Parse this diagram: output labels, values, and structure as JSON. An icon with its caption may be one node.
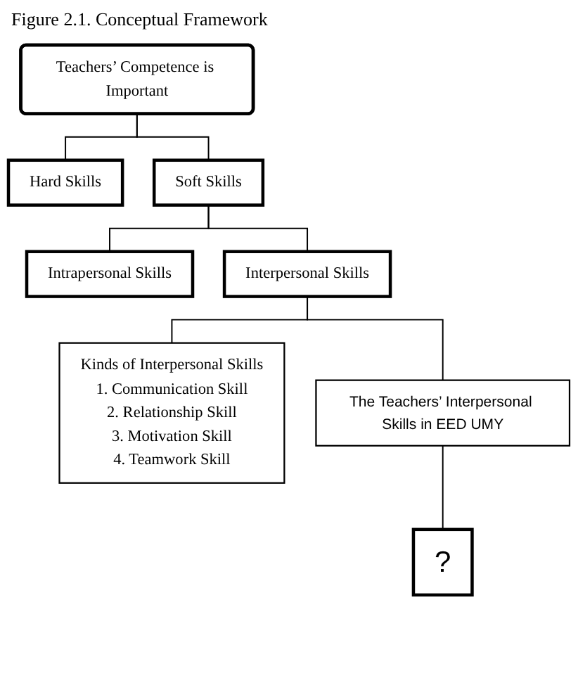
{
  "diagram": {
    "title": "Figure 2.1. Conceptual Framework",
    "nodes": [
      {
        "text": [
          "Teachers’ Competence is Important"
        ]
      },
      {
        "text": [
          "Hard Skills"
        ]
      },
      {
        "text": [
          "Soft Skills"
        ]
      },
      {
        "text": [
          "Intrapersonal Skills"
        ]
      },
      {
        "text": [
          "Interpersonal Skills"
        ]
      },
      {
        "text": [
          "Kinds of Interpersonal Skills",
          "1. Communication Skill",
          "2. Relationship Skill",
          "3. Motivation Skill",
          "4. Teamwork Skill"
        ]
      },
      {
        "text": [
          "The Teachers’ Interpersonal Skills in EED UMY"
        ]
      },
      {
        "text": [
          "?"
        ]
      }
    ],
    "edges": [
      {
        "from": 0,
        "to": 1,
        "arrow": "none"
      },
      {
        "from": 0,
        "to": 2,
        "arrow": "none"
      },
      {
        "from": 2,
        "to": 3,
        "arrow": "none"
      },
      {
        "from": 2,
        "to": 4,
        "arrow": "none"
      },
      {
        "from": 4,
        "to": 5,
        "arrow": "none"
      },
      {
        "from": 4,
        "to": 6,
        "arrow": "none"
      },
      {
        "from": 6,
        "to": 7,
        "arrow": "none"
      }
    ]
  }
}
